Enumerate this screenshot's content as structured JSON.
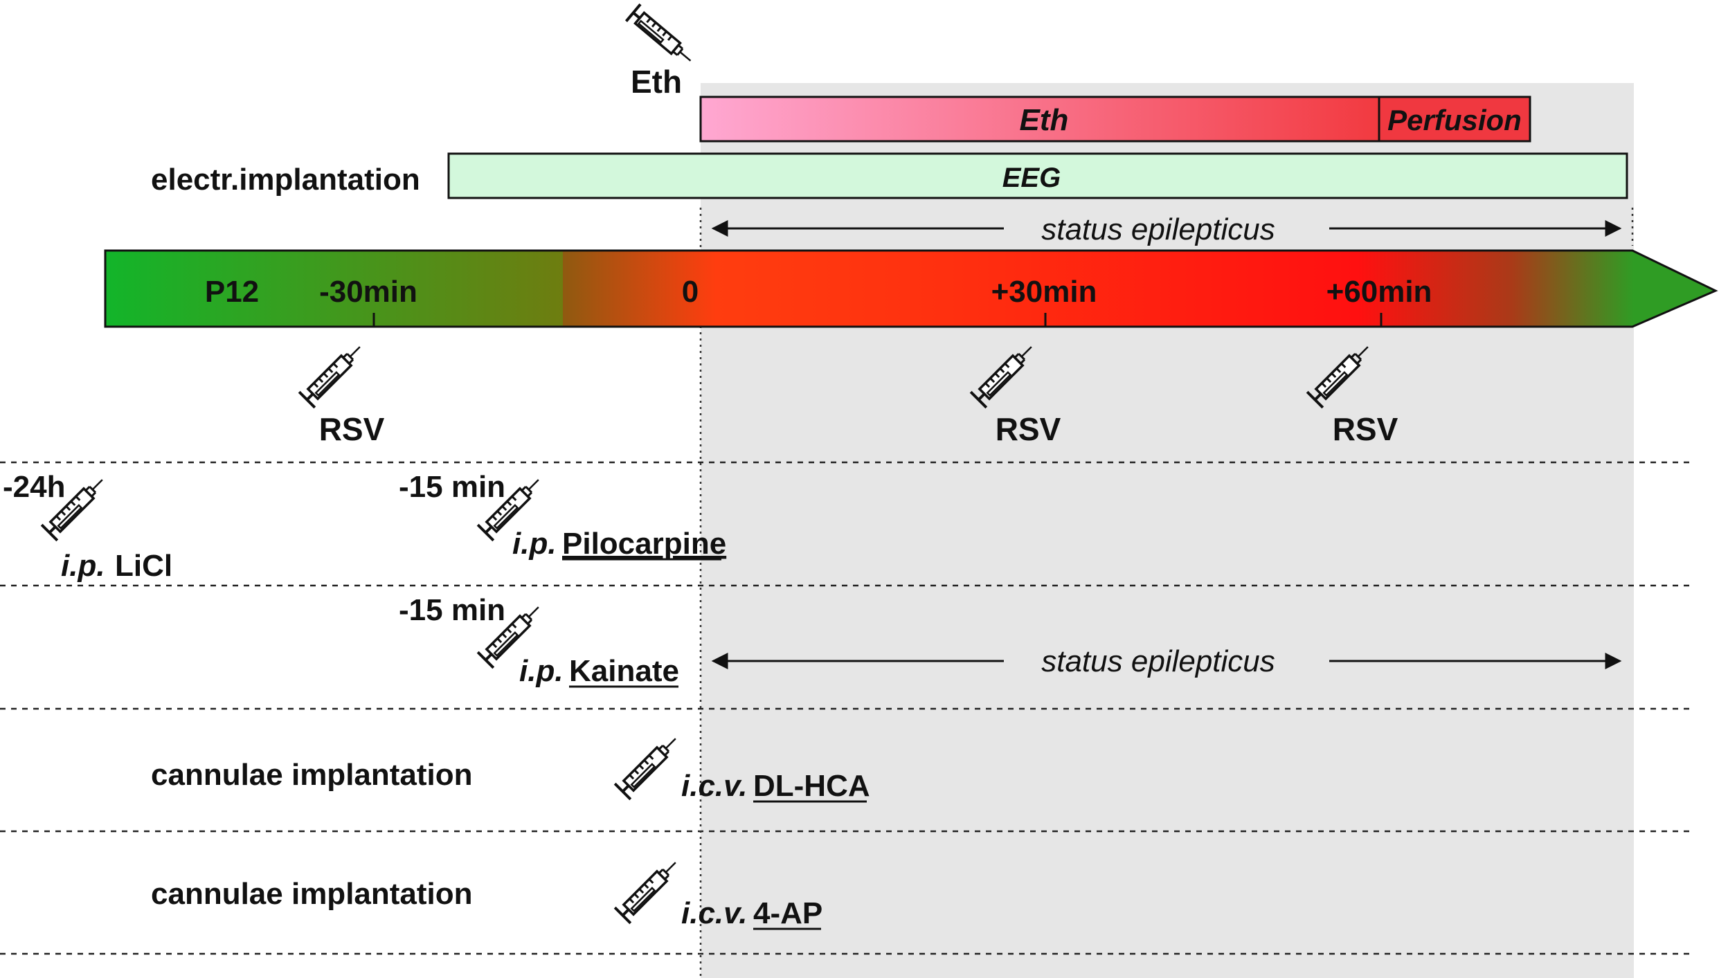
{
  "colors": {
    "shaded_region": "#e6e6e6",
    "timeline_start": "#12b52a",
    "timeline_red": "#ff2a10",
    "eeg_fill": "#d3f8dc",
    "eth_light": "#ffa8d2",
    "eth_dark": "#f23a40",
    "perfusion": "#f03840"
  },
  "top_injection": {
    "label": "Eth"
  },
  "bars": {
    "eth_label": "Eth",
    "perfusion_label": "Perfusion",
    "eeg_label": "EEG",
    "electrode_label": "electr.implantation"
  },
  "status_label": "status epilepticus",
  "timeline": {
    "age_label": "P12",
    "ticks": [
      "-30min",
      "0",
      "+30min",
      "+60min"
    ]
  },
  "rsv_injections": [
    "RSV",
    "RSV",
    "RSV"
  ],
  "protocols": {
    "licl": {
      "time": "-24h",
      "route": "i.p.",
      "drug": "LiCl"
    },
    "pilocarpine": {
      "time": "-15 min",
      "route": "i.p.",
      "drug": "Pilocarpine"
    },
    "kainate": {
      "time": "-15 min",
      "route": "i.p.",
      "drug": "Kainate",
      "status": "status epilepticus"
    },
    "dlhca": {
      "prep": "cannulae implantation",
      "route": "i.c.v.",
      "drug": "DL-HCA"
    },
    "fourap": {
      "prep": "cannulae implantation",
      "route": "i.c.v.",
      "drug": "4-AP"
    }
  }
}
